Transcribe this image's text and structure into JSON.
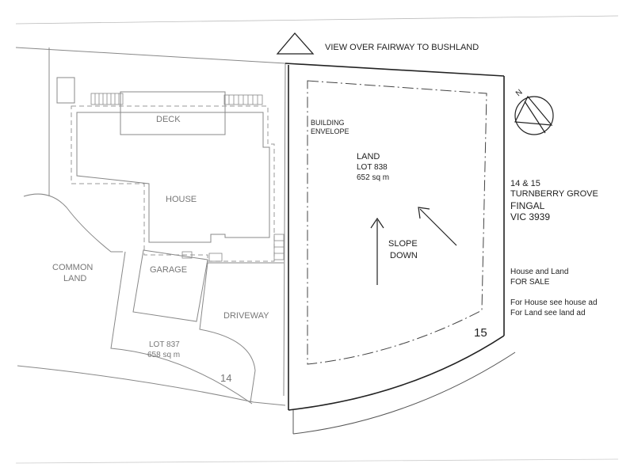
{
  "header": {
    "view_label": "VIEW OVER FAIRWAY TO BUSHLAND"
  },
  "lot14": {
    "deck": "DECK",
    "house": "HOUSE",
    "garage": "GARAGE",
    "driveway": "DRIVEWAY",
    "lot_label": "LOT 837",
    "lot_area": "658 sq m",
    "lot_number": "14"
  },
  "common_land": {
    "line1": "COMMON",
    "line2": "LAND"
  },
  "lot15": {
    "envelope_line1": "BUILDING",
    "envelope_line2": "ENVELOPE",
    "land": "LAND",
    "lot_label": "LOT 838",
    "lot_area": "652 sq m",
    "slope_line1": "SLOPE",
    "slope_line2": "DOWN",
    "lot_number": "15"
  },
  "address": {
    "line1": "14 & 15",
    "line2": "TURNBERRY GROVE",
    "line3": "FINGAL",
    "line4": "VIC 3939"
  },
  "sale": {
    "line1": "House and Land",
    "line2": "FOR SALE",
    "line3": "For House see house ad",
    "line4": "For Land see land ad"
  },
  "compass": {
    "north_letter": "N"
  },
  "colors": {
    "line_grey": "#888888",
    "line_dark": "#222222",
    "background": "#ffffff"
  }
}
